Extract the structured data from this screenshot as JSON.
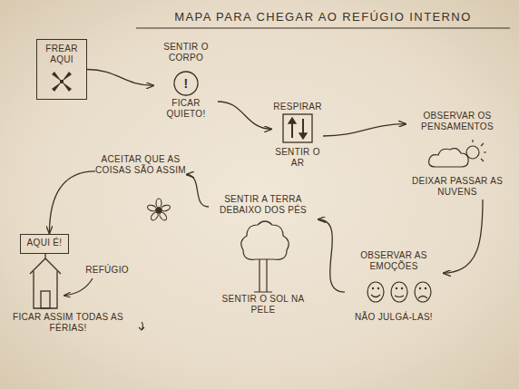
{
  "diagram": {
    "title": "MAPA PARA CHEGAR AO REFÚGIO INTERNO",
    "nodes": [
      {
        "text": [
          "FREAR AQUI"
        ]
      },
      {
        "text": [
          "SENTIR O CORPO",
          "!",
          "FICAR QUIETO!"
        ]
      },
      {
        "text": [
          "RESPIRAR",
          "SENTIR O AR"
        ]
      },
      {
        "text": [
          "OBSERVAR OS PENSAMENTOS",
          "DEIXAR PASSAR AS NUVENS"
        ]
      },
      {
        "text": [
          "OBSERVAR AS EMOÇÕES",
          "NÃO JULGÁ-LAS!"
        ]
      },
      {
        "text": [
          "SENTIR A TERRA DEBAIXO DOS PÉS",
          "SENTIR O SOL NA PELE"
        ]
      },
      {
        "text": [
          "ACEITAR QUE AS COISAS SÃO ASSIM"
        ]
      },
      {
        "text": [
          "AQUI É!"
        ]
      }
    ],
    "edges": [
      {
        "from": 0,
        "to": 1,
        "arrow": "to"
      },
      {
        "from": 1,
        "to": 2,
        "arrow": "to"
      },
      {
        "from": 2,
        "to": 3,
        "arrow": "to"
      },
      {
        "from": 3,
        "to": 4,
        "arrow": "to"
      },
      {
        "from": 4,
        "to": 5,
        "arrow": "to"
      },
      {
        "from": 5,
        "to": 6,
        "arrow": "to"
      },
      {
        "from": 6,
        "to": 7,
        "arrow": "to"
      }
    ],
    "labels": [
      "REFÚGIO",
      "FICAR ASSIM TODAS AS FÉRIAS!"
    ]
  }
}
